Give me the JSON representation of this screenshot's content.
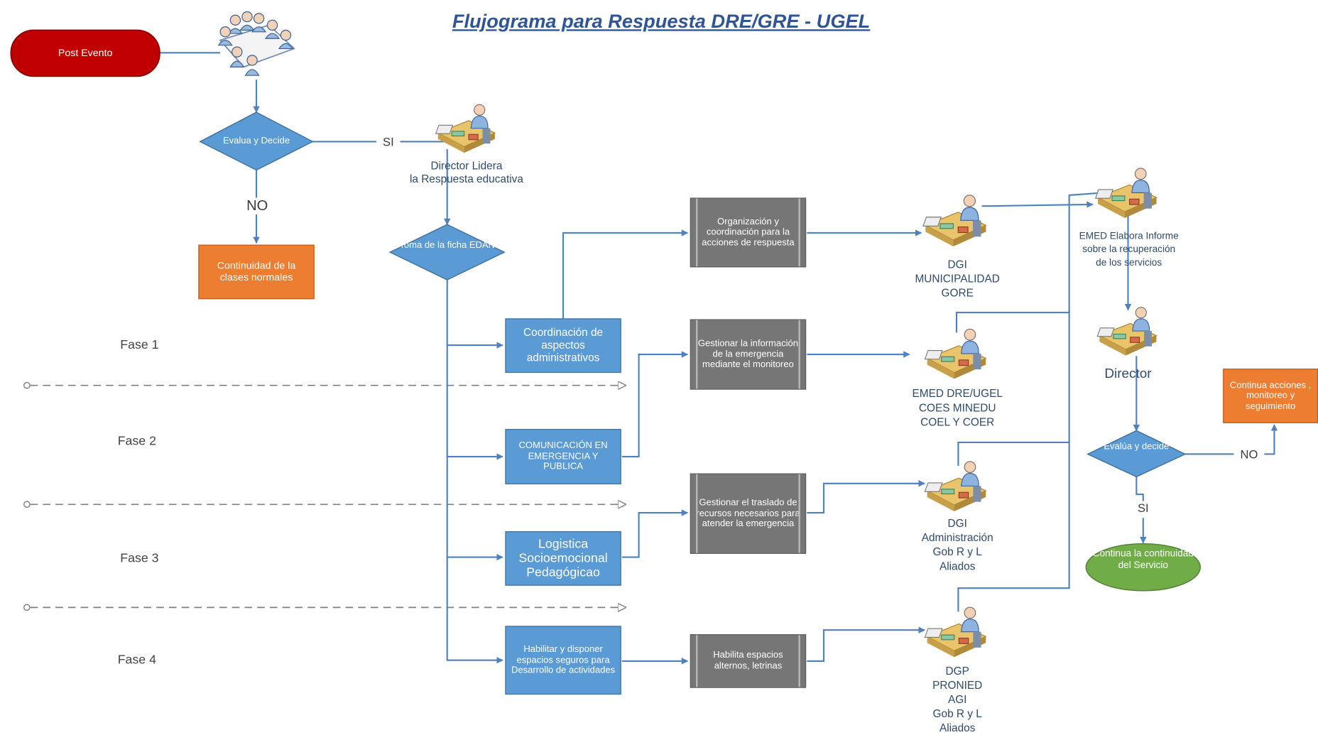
{
  "title": "Flujograma para Respuesta DRE/GRE - UGEL",
  "start": "Post Evento",
  "decision1": {
    "label": "Evalua y Decide",
    "yes": "SI",
    "no": "NO"
  },
  "continuity_box": "Continuidad de la clases normales",
  "director_lead": [
    "Director Lidera",
    "la Respuesta educativa"
  ],
  "decision_edan": "Toma de la ficha EDAN",
  "phases": [
    "Fase 1",
    "Fase 2",
    "Fase 3",
    "Fase 4"
  ],
  "phase_boxes": [
    "Coordinación de aspectos administrativos",
    "COMUNICACIÓN EN EMERGENCIA Y PUBLICA",
    "Logistica Socioemocional Pedagógicao",
    "Habilitar y disponer espacios seguros para Desarrollo de actividades"
  ],
  "action_boxes": [
    "Organización y coordinación para la acciones de respuesta",
    "Gestionar la información de la emergencia mediante el monitoreo",
    "Gestionar el traslado de recursos necesarios para atender la emergencia",
    "Habilita espacios alternos, letrinas"
  ],
  "actors": [
    [
      "DGI",
      "MUNICIPALIDAD",
      "GORE"
    ],
    [
      "EMED DRE/UGEL",
      "COES MINEDU",
      "COEL Y COER"
    ],
    [
      "DGI",
      "Administración",
      "Gob R y L",
      "Aliados"
    ],
    [
      "DGP",
      "PRONIED",
      "AGI",
      "Gob R y L",
      "Aliados"
    ]
  ],
  "emed_report": [
    "EMED Elabora Informe",
    "sobre la recuperación",
    "de los servicios"
  ],
  "director": "Director",
  "decision2": {
    "label": "Evalúa y decide",
    "yes": "SI",
    "no": "NO"
  },
  "continue_service": "Continua la continuidad del Servicio",
  "continue_actions": "Continua acciones , monitoreo y seguimiento",
  "colors": {
    "title": "#2e5597",
    "start": "#c00000",
    "blue": "#5b9bd5",
    "gray": "#767676",
    "orange": "#ed7d31",
    "green": "#70ad47",
    "line": "#4f81bd"
  },
  "icons": [
    "meeting-people-icon",
    "person-at-desk-icon"
  ]
}
